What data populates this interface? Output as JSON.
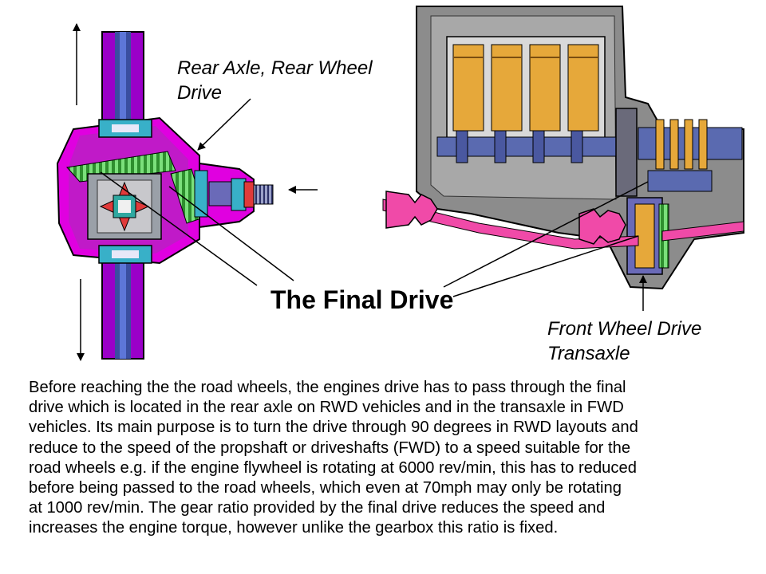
{
  "labels": {
    "rear_axle": [
      "Rear Axle, Rear Wheel",
      "Drive"
    ],
    "front_transaxle": [
      "Front Wheel Drive",
      "Transaxle"
    ],
    "title": "The Final Drive"
  },
  "description": [
    "Before reaching the the road wheels, the engines drive has to pass through the final",
    "drive which is located in the rear axle on RWD vehicles and in the transaxle in FWD",
    "vehicles. Its main purpose is to turn the drive through 90 degrees in RWD layouts and",
    "reduce to the speed of the propshaft or driveshafts (FWD) to a speed suitable for the",
    "road wheels e.g. if the engine flywheel is rotating at 6000 rev/min, this has to reduced",
    "before being passed to the road wheels, which even at 70mph may only be rotating",
    "at 1000 rev/min. The gear ratio provided by the final drive reduces the speed and",
    "increases the engine torque, however unlike the gearbox  this ratio is fixed."
  ],
  "colors": {
    "axle_purple": "#9a00c8",
    "axle_blue": "#3a4ea0",
    "housing_magenta": "#e000e0",
    "gear_green": "#3fc23f",
    "engine_grey": "#8c8c8c",
    "piston_orange": "#e6a83a",
    "driveshaft_pink": "#f04aa8",
    "crank_blue": "#5a6ab0"
  },
  "icons": [
    "arrow-up-icon",
    "arrow-down-icon",
    "arrow-left-icon",
    "arrow-up-icon"
  ]
}
